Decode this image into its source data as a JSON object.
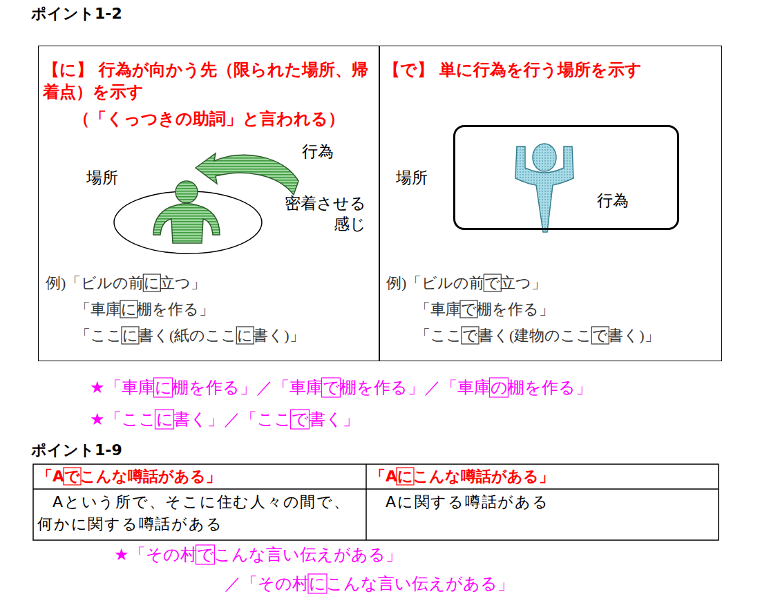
{
  "diagram": {
    "nodes": [
      {
        "text": [
          "【に】 行為が向かう先（限られた場所、帰着点）を示す",
          "（「くっつきの助詞」と言われる）",
          "例)「ビルの前に立つ」",
          "「車庫に棚を作る」",
          "「ここに書く(紙のここに書く)」"
        ]
      },
      {
        "text": [
          "【で】 単に行為を行う場所を示す",
          "例)「ビルの前で立つ」",
          "「車庫で棚を作る」",
          "「ここで書く(建物のここで書く)」"
        ]
      },
      {
        "text": [
          "行為"
        ],
        "in": 1
      }
    ],
    "labels": [
      "ポイント1-2",
      "行為",
      "場所",
      "密着させる感じ",
      "場所",
      "★「車庫に棚を作る」／「車庫で棚を作る」／「車庫の棚を作る」",
      "★「ここに書く」／「ここで書く」",
      "ポイント1-9",
      "「Aでこんな噂話がある」",
      "「Aにこんな噂話がある」",
      "Aという所で、そこに住む人々の間で、何かに関する噂話がある",
      "Aに関する噂話がある",
      "★「その村でこんな言い伝えがある」",
      "／「その村にこんな言い伝えがある」"
    ]
  }
}
